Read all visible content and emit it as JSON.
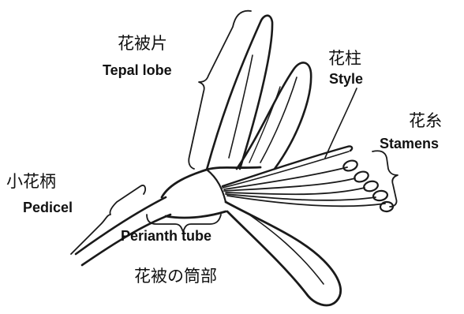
{
  "labels": {
    "tepal_lobe": {
      "ja": "花被片",
      "en": "Tepal lobe"
    },
    "style": {
      "ja": "花柱",
      "en": "Style"
    },
    "stamens": {
      "ja": "花糸",
      "en": "Stamens"
    },
    "pedicel": {
      "ja": "小花柄",
      "en": "Pedicel"
    },
    "perianth_tube": {
      "ja": "花被の筒部",
      "en": "Perianth tube"
    }
  }
}
